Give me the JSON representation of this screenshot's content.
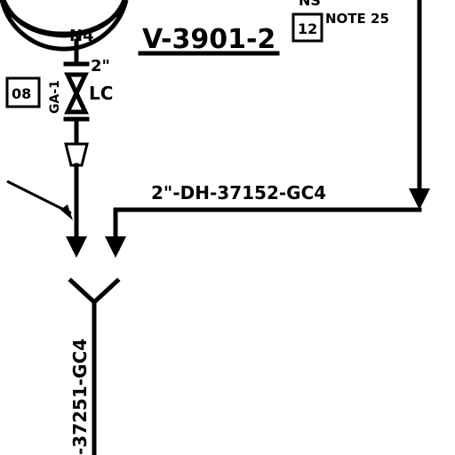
{
  "drawing": {
    "vessel_nozzle": "N4",
    "vessel_tag": "V-3901-2",
    "ns_fragment": "NS",
    "note_box_number": "12",
    "note_text": "NOTE 25",
    "valve_size": "2\"",
    "valve_status": "LC",
    "valve_box_code": "08",
    "valve_vertical_tag": "GA-1",
    "line_horizontal": "2\"-DH-37152-GC4",
    "line_vertical": "-37251-GC4",
    "colors": {
      "ink": "#000000",
      "paper": "#ffffff"
    }
  }
}
